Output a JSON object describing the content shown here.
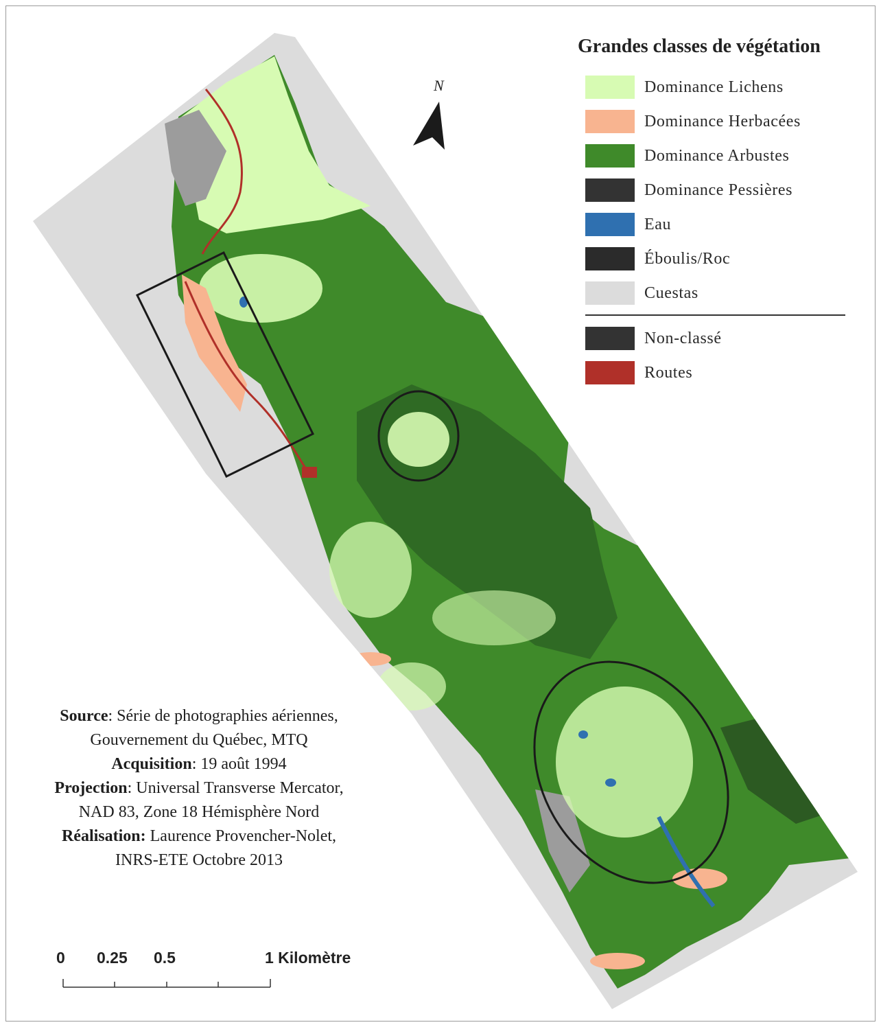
{
  "legend": {
    "title": "Grandes classes de végétation",
    "items": [
      {
        "label": "Dominance Lichens",
        "color": "#d7fbb3"
      },
      {
        "label": "Dominance Herbacées",
        "color": "#f8b490"
      },
      {
        "label": "Dominance Arbustes",
        "color": "#3f8a2a"
      },
      {
        "label": "Dominance Pessières",
        "color": "#333333"
      },
      {
        "label": "Eau",
        "color": "#2f70b0"
      },
      {
        "label": "Éboulis/Roc",
        "color": "#2b2b2b"
      },
      {
        "label": "Cuestas",
        "color": "#dcdcdc"
      }
    ],
    "extra_items": [
      {
        "label": "Non-classé",
        "color": "#333333"
      },
      {
        "label": "Routes",
        "color": "#b03029"
      }
    ]
  },
  "north_arrow": {
    "label": "N"
  },
  "source": {
    "line1_bold": "Source",
    "line1_rest": ": Série de photographies aériennes,",
    "line2": "Gouvernement du Québec, MTQ",
    "line3_bold": "Acquisition",
    "line3_rest": ": 19 août 1994",
    "line4_bold": "Projection",
    "line4_rest": ": Universal Transverse Mercator,",
    "line5": "NAD 83, Zone 18 Hémisphère Nord",
    "line6_bold": "Réalisation:",
    "line6_rest": " Laurence Provencher-Nolet,",
    "line7": "INRS-ETE Octobre 2013"
  },
  "scale": {
    "labels": [
      "0",
      "0.25",
      "0.5",
      "1 Kilomètre"
    ],
    "tick_values_km": [
      0,
      0.25,
      0.5,
      0.75,
      1
    ]
  },
  "colors": {
    "lichens": "#d7fbb3",
    "herbacees": "#f8b490",
    "arbustes": "#3f8a2a",
    "arbustes_dark": "#2f6a24",
    "pessieres": "#2c5a22",
    "eau": "#2f70b0",
    "cuestas": "#dcdcdc",
    "gris": "#9c9c9c",
    "routes": "#b03029"
  }
}
